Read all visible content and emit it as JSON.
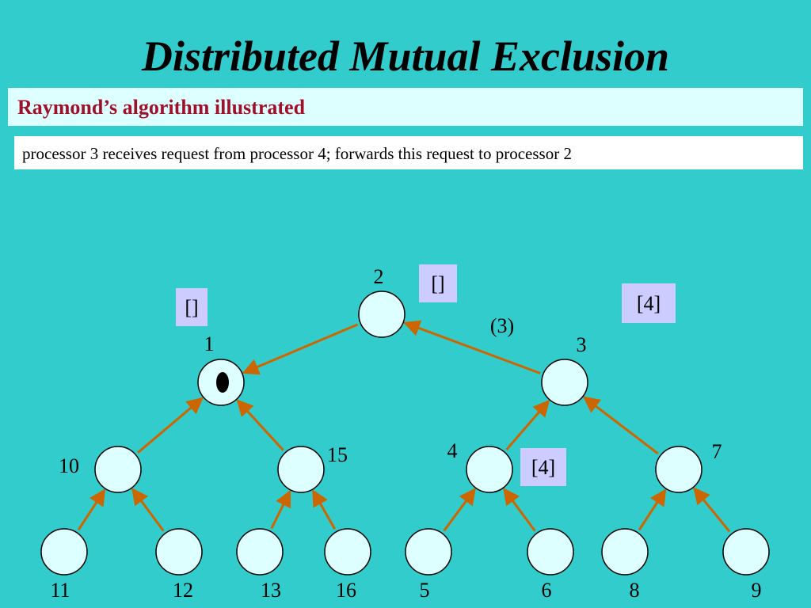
{
  "title": "Distributed Mutual Exclusion",
  "subtitle": "Raymond’s algorithm illustrated",
  "description": "processor 3 receives request from processor 4; forwards this request to processor 2",
  "colors": {
    "background": "#33CCCC",
    "node_fill": "#DDFFFF",
    "edge": "#CC6600",
    "queue_fill": "#CCCCFF",
    "subtitle_text": "#A0102A"
  },
  "nodes": [
    {
      "id": "1",
      "label": "1",
      "has_token": true
    },
    {
      "id": "2",
      "label": "2"
    },
    {
      "id": "3",
      "label": "3"
    },
    {
      "id": "4",
      "label": "4"
    },
    {
      "id": "5",
      "label": "5"
    },
    {
      "id": "6",
      "label": "6"
    },
    {
      "id": "7",
      "label": "7"
    },
    {
      "id": "8",
      "label": "8"
    },
    {
      "id": "9",
      "label": "9"
    },
    {
      "id": "10",
      "label": "10"
    },
    {
      "id": "11",
      "label": "11"
    },
    {
      "id": "12",
      "label": "12"
    },
    {
      "id": "13",
      "label": "13"
    },
    {
      "id": "15",
      "label": "15"
    },
    {
      "id": "16",
      "label": "16"
    }
  ],
  "edges": [
    {
      "from": "2",
      "to": "1"
    },
    {
      "from": "3",
      "to": "2"
    },
    {
      "from": "10",
      "to": "1"
    },
    {
      "from": "15",
      "to": "1"
    },
    {
      "from": "4",
      "to": "3"
    },
    {
      "from": "7",
      "to": "3"
    },
    {
      "from": "11",
      "to": "10"
    },
    {
      "from": "12",
      "to": "10"
    },
    {
      "from": "13",
      "to": "15"
    },
    {
      "from": "16",
      "to": "15"
    },
    {
      "from": "5",
      "to": "4"
    },
    {
      "from": "6",
      "to": "4"
    },
    {
      "from": "8",
      "to": "7"
    },
    {
      "from": "9",
      "to": "7"
    }
  ],
  "queues": [
    {
      "node": "1",
      "text": "[]"
    },
    {
      "node": "2",
      "text": "[]"
    },
    {
      "node": "3",
      "text": "[4]"
    },
    {
      "node": "4",
      "text": "[4]"
    }
  ],
  "messages": [
    {
      "from": "3",
      "to": "2",
      "text": "(3)"
    }
  ]
}
